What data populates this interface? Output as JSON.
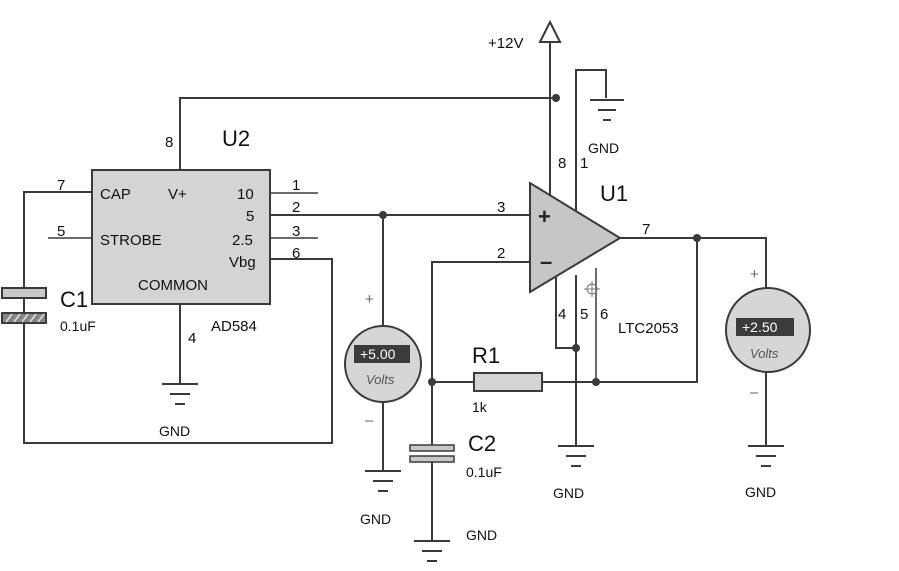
{
  "supply": {
    "label": "+12V"
  },
  "gnd_label": "GND",
  "u2": {
    "ref": "U2",
    "part": "AD584",
    "pins": {
      "cap": "CAP",
      "vplus": "V+",
      "strobe": "STROBE",
      "common": "COMMON",
      "out10": "10",
      "out5": "5",
      "out25": "2.5",
      "vbg": "Vbg"
    },
    "pin_numbers": {
      "p8": "8",
      "p7": "7",
      "p5": "5",
      "p4": "4",
      "p1": "1",
      "p2": "2",
      "p3": "3",
      "p6": "6"
    }
  },
  "u1": {
    "ref": "U1",
    "part": "LTC2053",
    "pin_numbers": {
      "in_plus": "3",
      "in_minus": "2",
      "out": "7",
      "p8": "8",
      "p1": "1",
      "p4": "4",
      "p5": "5",
      "p6": "6"
    },
    "plus_sign": "+",
    "minus_sign": "–"
  },
  "c1": {
    "ref": "C1",
    "value": "0.1uF"
  },
  "c2": {
    "ref": "C2",
    "value": "0.1uF"
  },
  "r1": {
    "ref": "R1",
    "value": "1k"
  },
  "meter_left": {
    "reading": "+5.00",
    "unit": "Volts",
    "plus": "+",
    "minus": "–"
  },
  "meter_right": {
    "reading": "+2.50",
    "unit": "Volts",
    "plus": "+",
    "minus": "–"
  }
}
